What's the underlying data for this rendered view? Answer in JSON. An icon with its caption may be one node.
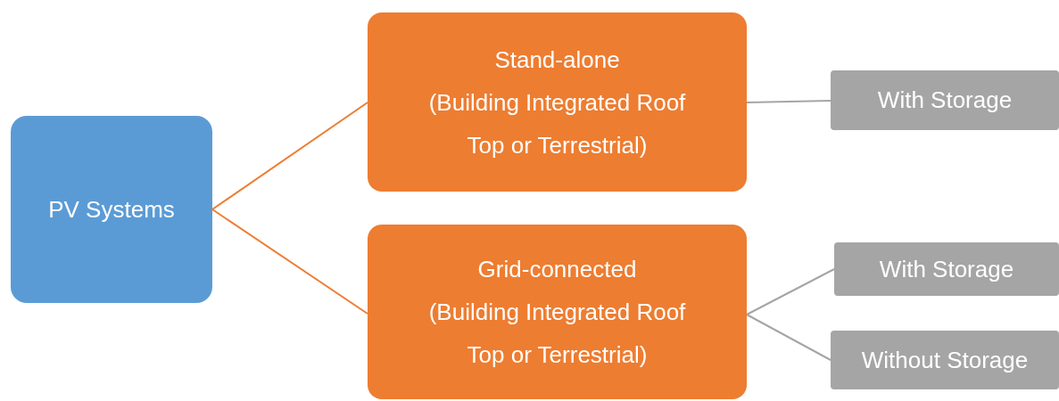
{
  "diagram": {
    "nodes": [
      {
        "text": [
          "PV Systems"
        ]
      },
      {
        "text": [
          "Stand-alone",
          "(Building Integrated Roof Top or Terrestrial)"
        ]
      },
      {
        "text": [
          "Grid-connected",
          "(Building Integrated Roof Top or Terrestrial)"
        ]
      },
      {
        "text": [
          "With Storage"
        ]
      },
      {
        "text": [
          "With Storage"
        ]
      },
      {
        "text": [
          "Without Storage"
        ]
      }
    ],
    "edges": [
      {
        "from": 0,
        "to": 1,
        "arrow": "none",
        "color": "#ed7d31"
      },
      {
        "from": 0,
        "to": 2,
        "arrow": "none",
        "color": "#ed7d31"
      },
      {
        "from": 1,
        "to": 3,
        "arrow": "none"
      },
      {
        "from": 2,
        "to": 4,
        "arrow": "none"
      },
      {
        "from": 2,
        "to": 5,
        "arrow": "none"
      }
    ]
  }
}
